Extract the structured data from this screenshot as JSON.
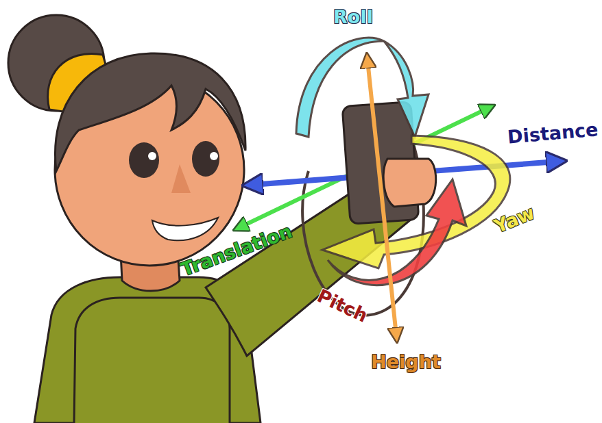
{
  "diagram": {
    "labels": [
      "Roll",
      "Distance",
      "Yaw",
      "Translation",
      "Pitch",
      "Height"
    ]
  }
}
